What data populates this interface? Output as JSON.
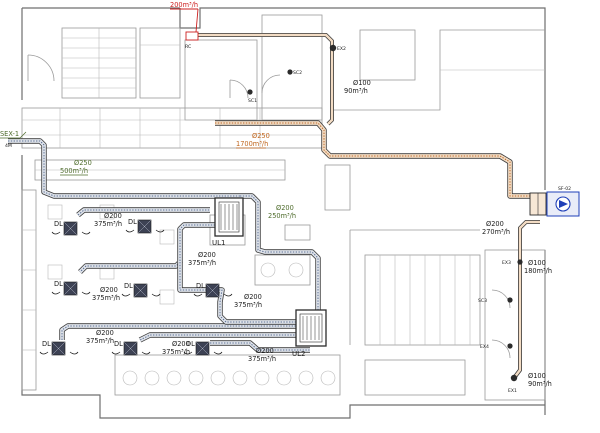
{
  "drawing": {
    "colors": {
      "duct_outline": "#3a3a3a",
      "supply_fill": "#dfe3ea",
      "exhaust_fill": "#f3dcc4",
      "fresh_air_label": "#4d6b2a",
      "exhaust_label": "#cc1f1f",
      "fan_symbol": "#1f3fb8"
    },
    "fresh_air_inlet": {
      "code": "SEX-1",
      "sub": "4M"
    },
    "exhaust_top": {
      "flow": "200m³/h"
    },
    "main_intake": {
      "diameter": "Ø250",
      "flow": "500m³/h"
    },
    "kitchen_exhaust": {
      "diameter": "Ø250",
      "flow": "1700m³/h"
    },
    "units": [
      {
        "name": "UL1"
      },
      {
        "name": "UL2"
      }
    ],
    "duct_labels": [
      {
        "d": "Ø200",
        "f": "250m³/h"
      },
      {
        "d": "Ø200",
        "f": "375m³/h"
      },
      {
        "d": "Ø200",
        "f": "375m³/h"
      },
      {
        "d": "Ø200",
        "f": "375m³/h"
      },
      {
        "d": "Ø200",
        "f": "375m³/h"
      },
      {
        "d": "Ø200",
        "f": "375m³/h"
      },
      {
        "d": "Ø200",
        "f": "375m³/h"
      },
      {
        "d": "Ø200",
        "f": "375m³/h"
      },
      {
        "d": "Ø100",
        "f": "90m³/h"
      },
      {
        "d": "Ø100",
        "f": "180m³/h"
      },
      {
        "d": "Ø100",
        "f": "90m³/h"
      },
      {
        "d": "Ø200",
        "f": "270m³/h"
      }
    ],
    "diffuser_tag": "DL",
    "grille_tags": [
      "RC",
      "EX2",
      "SC1",
      "SC2",
      "EX1",
      "SC3",
      "EX3",
      "EX4"
    ],
    "roof_fan": {
      "tag": "SF-02"
    }
  }
}
